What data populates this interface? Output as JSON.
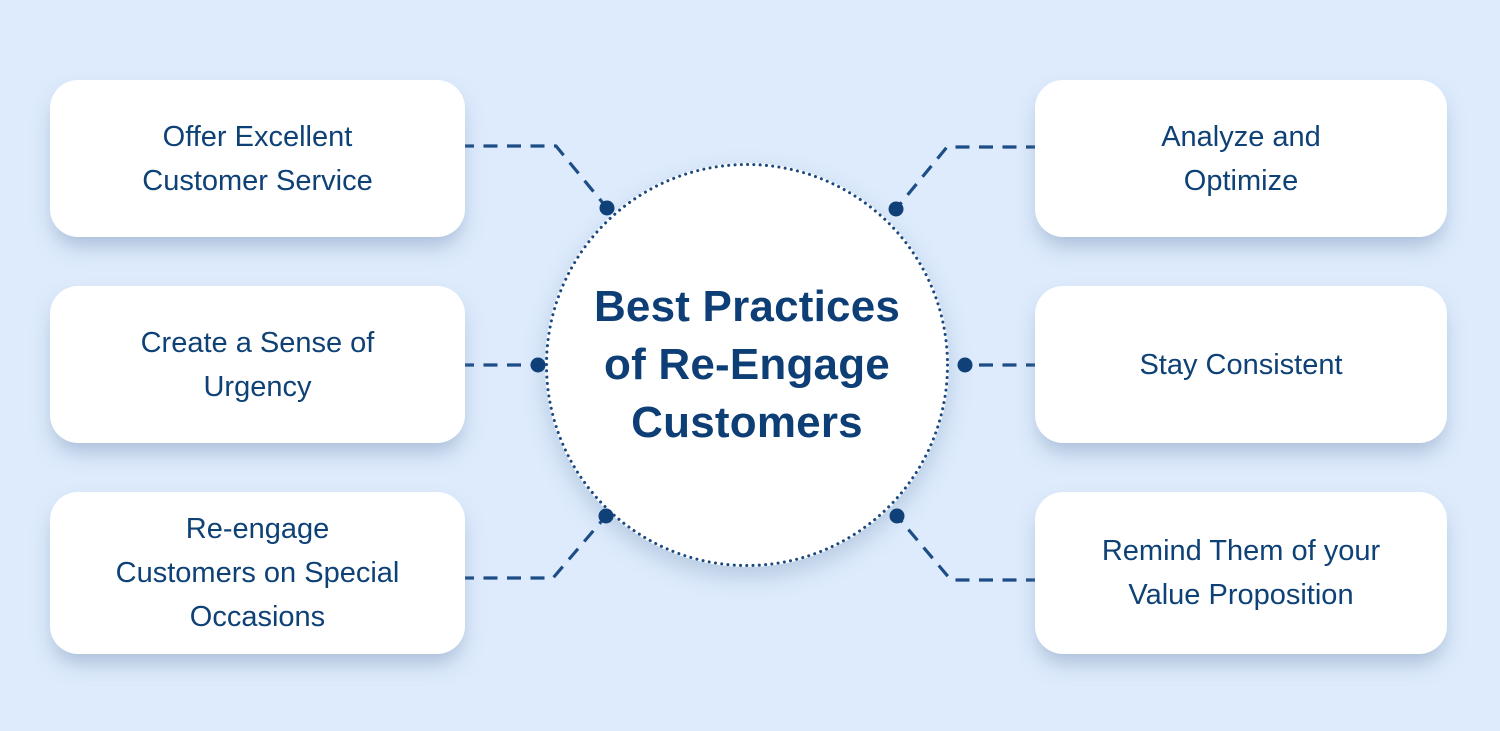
{
  "title": "Best Practices of Re-Engage Customers infographic",
  "colors": {
    "background": "#ddebfc",
    "card_background": "#ffffff",
    "text_navy": "#0d3e75",
    "box_text_navy": "#0e4176",
    "connector_line": "#1d4d86",
    "connector_dot": "#0f4077",
    "circle_ring": "#1b4a80"
  },
  "center": {
    "label": "Best Practices\nof Re-Engage\nCustomers"
  },
  "boxes": {
    "left": [
      {
        "label": "Offer Excellent\nCustomer Service"
      },
      {
        "label": "Create a Sense of\nUrgency"
      },
      {
        "label": "Re-engage\nCustomers on Special\nOccasions"
      }
    ],
    "right": [
      {
        "label": "Analyze and\nOptimize"
      },
      {
        "label": "Stay Consistent"
      },
      {
        "label": "Remind Them of your\nValue Proposition"
      }
    ]
  }
}
